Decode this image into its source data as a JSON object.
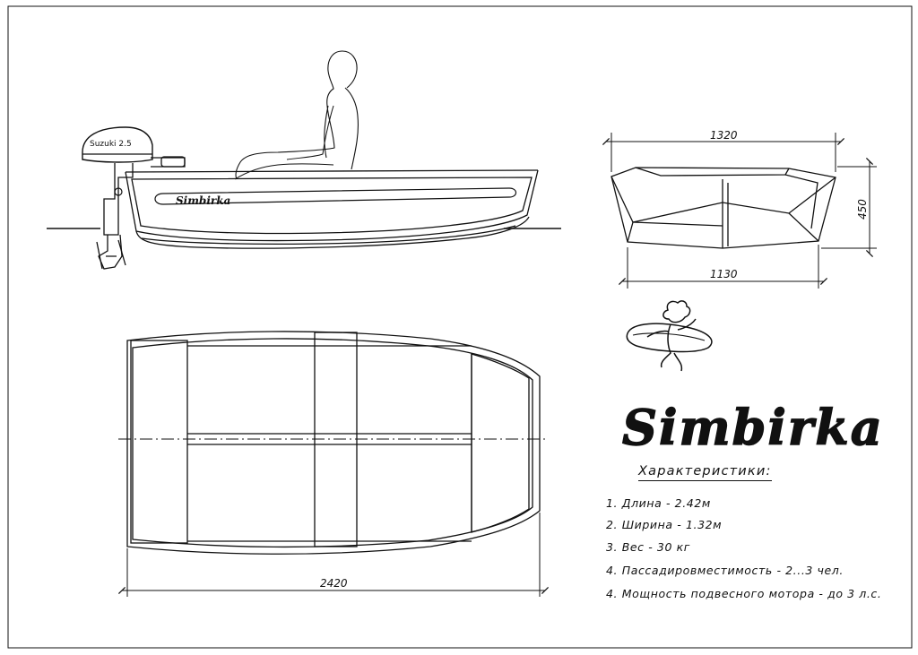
{
  "motor_label": "Suzuki 2.5",
  "hull_logo": "Simbirka",
  "brand_name": "Simbirka",
  "dimensions": {
    "top_width": "1320",
    "bottom_width": "1130",
    "height": "450",
    "length": "2420"
  },
  "specs": {
    "title": "Характеристики:",
    "items": [
      "1. Длина - 2.42м",
      "2. Ширина - 1.32м",
      "3. Вес - 30 кг",
      "4. Пассадировместимость - 2...3 чел.",
      "4. Мощность подвесного мотора - до 3 л.с."
    ]
  }
}
